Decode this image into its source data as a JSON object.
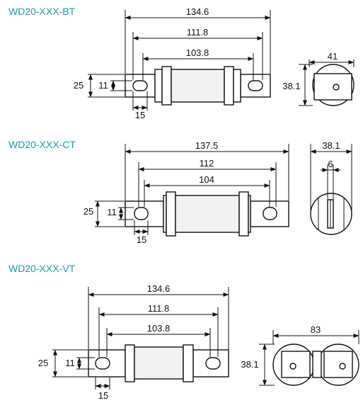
{
  "colors": {
    "title": "#1aa3a3",
    "line": "#111111",
    "body_fill": "#f2f2f2"
  },
  "views": [
    {
      "title": "WD20-XXX-BT",
      "dims": {
        "overall": "134.6",
        "mid": "111.8",
        "inner": "103.8",
        "tab_height": "25",
        "slot": "11",
        "tab_width": "15",
        "side_height": "38.1",
        "side_width": "41"
      }
    },
    {
      "title": "WD20-XXX-CT",
      "dims": {
        "overall": "137.5",
        "mid": "112",
        "inner": "104",
        "tab_height": "25",
        "slot": "11",
        "tab_width": "15",
        "side_width": "38.1",
        "side_slot": "6"
      }
    },
    {
      "title": "WD20-XXX-VT",
      "dims": {
        "overall": "134.6",
        "mid": "111.8",
        "inner": "103.8",
        "tab_height": "25",
        "slot": "11",
        "tab_width": "15",
        "side_height": "38.1",
        "side_width": "83"
      }
    }
  ]
}
